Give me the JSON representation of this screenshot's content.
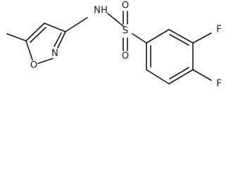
{
  "molecule": {
    "atoms": {
      "nh": "N",
      "h": "H",
      "n_ring": "N",
      "o_ring": "O",
      "s": "S",
      "o_top": "O",
      "o_bottom": "O",
      "f_top": "F",
      "f_bottom": "F"
    }
  }
}
